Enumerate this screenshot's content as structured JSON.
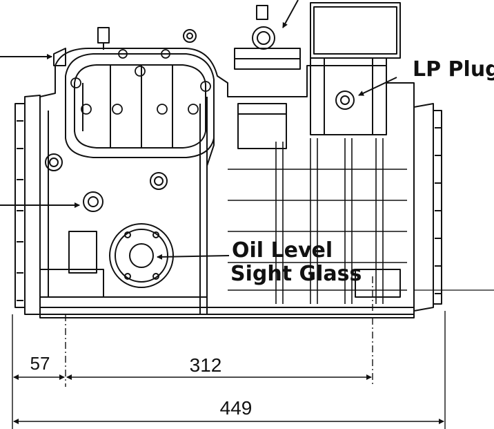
{
  "labels": {
    "lp_plug": "LP Plug",
    "oil_level_line1": "Oil Level",
    "oil_level_line2": "Sight Glass"
  },
  "dimensions": {
    "d1": "57",
    "d2": "312",
    "d3": "449"
  }
}
